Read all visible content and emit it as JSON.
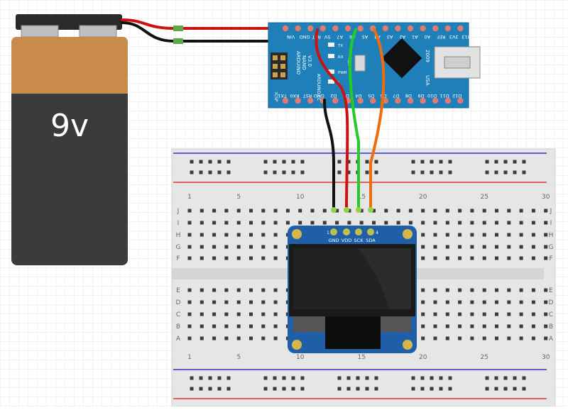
{
  "battery": {
    "label": "9v",
    "colors": {
      "top": "#c98a4b",
      "body": "#3a3a3a",
      "cap": "#2b2b2b",
      "terminal": "#bfbfbf"
    }
  },
  "arduino": {
    "board_line1": "ARDUINO",
    "board_line2": "NANO",
    "board_line3": "V3.0",
    "board_line4": "ARDUINO.CC",
    "year": "2009",
    "country": "USA",
    "icsp": "ICSP",
    "rst_button": "RST",
    "led_labels": [
      "TX",
      "RX",
      "PWR",
      "L"
    ],
    "top_pins": [
      "VIN",
      "GND",
      "RST",
      "5V",
      "A7",
      "A6",
      "A5",
      "A4",
      "A3",
      "A2",
      "A1",
      "A0",
      "REF",
      "3V3",
      "D13"
    ],
    "bottom_pins": [
      "TX1",
      "RX0",
      "RST",
      "GND",
      "D2",
      "D3",
      "D4",
      "D5",
      "D6",
      "D7",
      "D8",
      "D9",
      "D10",
      "D11",
      "D12"
    ],
    "colors": {
      "pcb": "#1f7fb8",
      "chip": "#111111",
      "pad": "#e07b6f",
      "usb": "#d9d9d9"
    }
  },
  "breadboard": {
    "top_numbers": [
      "1",
      "5",
      "10",
      "15",
      "20",
      "25",
      "30"
    ],
    "bottom_numbers": [
      "1",
      "5",
      "10",
      "15",
      "20",
      "25",
      "30"
    ],
    "rows_top": [
      "J",
      "I",
      "H",
      "G",
      "F"
    ],
    "rows_bottom": [
      "E",
      "D",
      "C",
      "B",
      "A"
    ],
    "colors": {
      "body": "#e8e8e8",
      "hole": "#333333",
      "rail_red": "#d33",
      "rail_blue": "#33c"
    }
  },
  "oled": {
    "pin_numbers": [
      "1",
      "4"
    ],
    "pins": [
      "GND",
      "VDD",
      "SCK",
      "SDA"
    ],
    "colors": {
      "pcb": "#1f5fa8",
      "screen": "#1a1a1a",
      "pad": "#d8b64a",
      "pin": "#8fd44a"
    }
  },
  "wires": {
    "colors": {
      "red": "#cc1111",
      "black": "#111111",
      "green": "#22cc22",
      "orange": "#ee6e0e"
    }
  }
}
